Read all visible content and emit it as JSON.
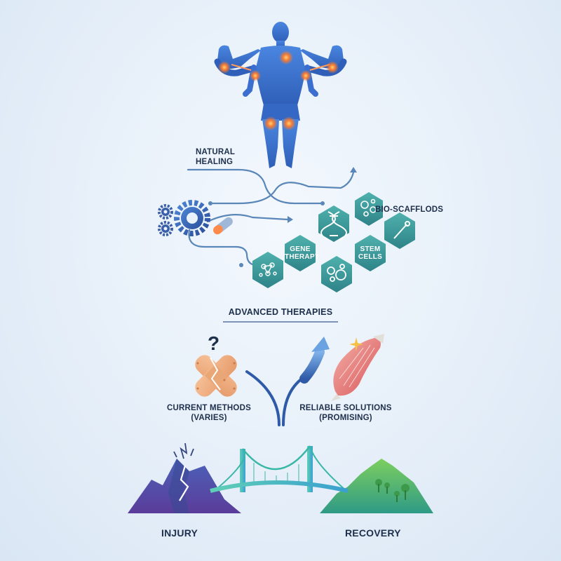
{
  "labels": {
    "natural_healing": [
      "NATURAL",
      "HEALING"
    ],
    "bio_scaffolds": "BIO-SCAFFLODS",
    "gene_therapy": [
      "GENE",
      "THERAPY"
    ],
    "stem_cells": [
      "STEM",
      "CELLS"
    ],
    "advanced_therapies": "ADVANCED THERAPIES",
    "current_methods": [
      "CURRENT METHODS",
      "(VARIES)"
    ],
    "reliable_solutions": [
      "RELIABLE SOLUTIONS",
      "(PROMISING)"
    ],
    "injury": "INJURY",
    "recovery": "RECOVERY",
    "question_mark": "?"
  },
  "colors": {
    "text_dark": "#1e2f4c",
    "body_blue": "#3f78d8",
    "hex_teal": "#3f9f9f",
    "path_blue": "#5a86b8",
    "injury_mountain": "#3c4f9e",
    "recovery_mountain": "#5aae4a",
    "bridge_teal": "#39b7a7",
    "highlight_orange": "#ff7a2a"
  },
  "icons": [
    "human-body-icon",
    "gears-icon",
    "capsule-icon",
    "dna-icon",
    "cells-icon",
    "needle-icon",
    "molecule-icon",
    "bandage-icon",
    "muscle-icon",
    "sparkle-icon",
    "bridge-icon"
  ]
}
